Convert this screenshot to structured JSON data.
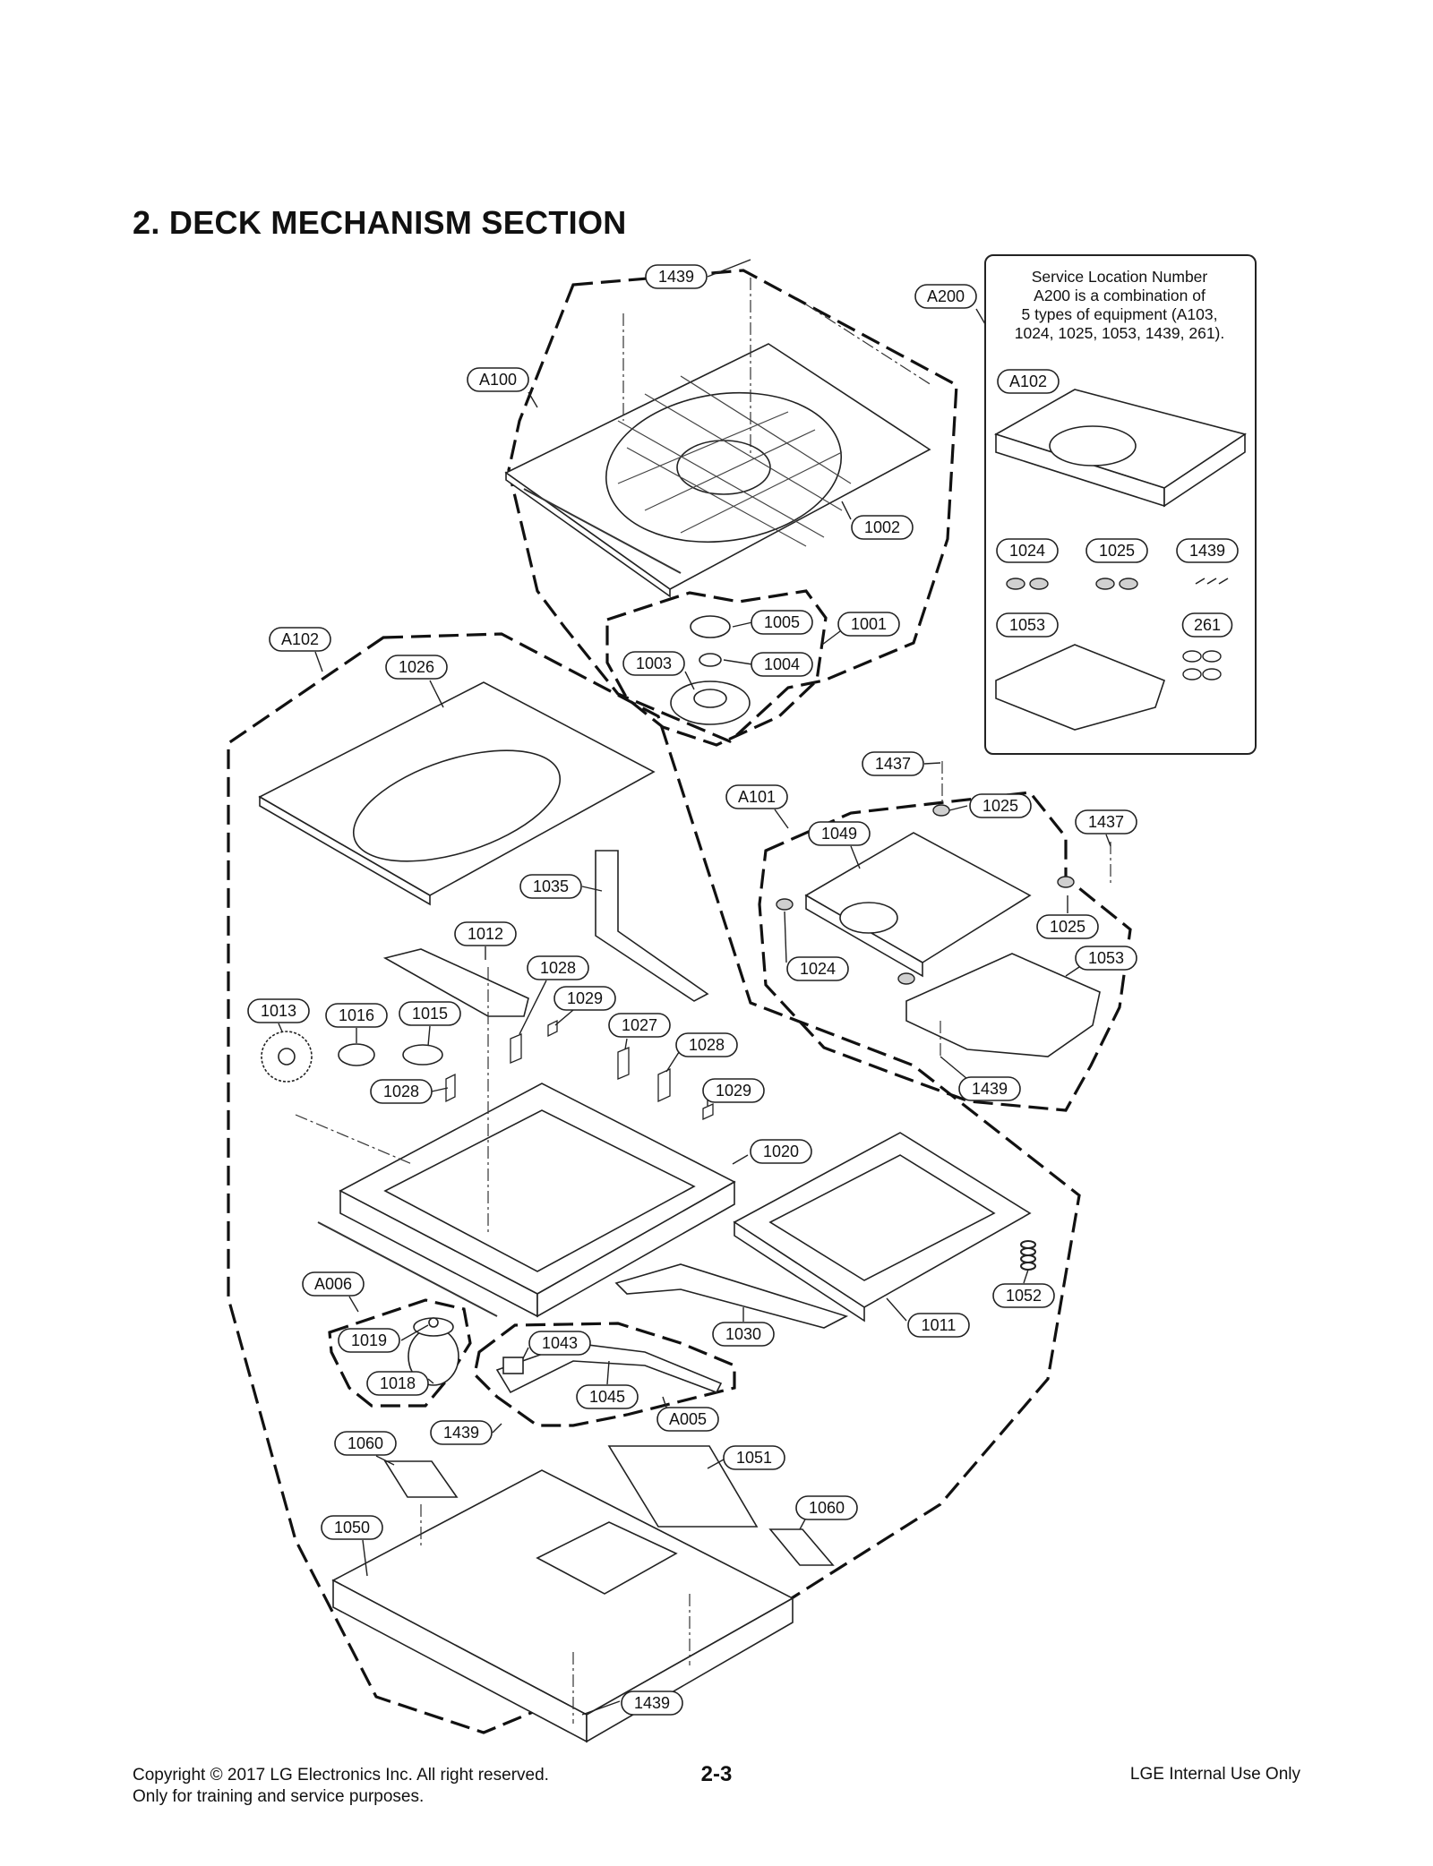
{
  "page": {
    "title": "2. DECK MECHANISM SECTION",
    "note": [
      "Service Location Number",
      "A200 is a combination of",
      "5 types of equipment (A103,",
      "1024, 1025, 1053, 1439, 261)."
    ],
    "footer": {
      "copyright": "Copyright © 2017 LG Electronics Inc. All right reserved.",
      "purpose": "Only for training and service purposes.",
      "page_number": "2-3",
      "internal": "LGE Internal Use Only"
    }
  },
  "callouts": [
    {
      "id": "c1439a",
      "label": "1439"
    },
    {
      "id": "cA200",
      "label": "A200"
    },
    {
      "id": "cA100",
      "label": "A100"
    },
    {
      "id": "c1002",
      "label": "1002"
    },
    {
      "id": "c1005",
      "label": "1005"
    },
    {
      "id": "c1001",
      "label": "1001"
    },
    {
      "id": "c1003",
      "label": "1003"
    },
    {
      "id": "c1004",
      "label": "1004"
    },
    {
      "id": "cA102a",
      "label": "A102"
    },
    {
      "id": "c1026",
      "label": "1026"
    },
    {
      "id": "cA102b",
      "label": "A102"
    },
    {
      "id": "c1024a",
      "label": "1024"
    },
    {
      "id": "c1025a",
      "label": "1025"
    },
    {
      "id": "c1439b",
      "label": "1439"
    },
    {
      "id": "c1053a",
      "label": "1053"
    },
    {
      "id": "c261",
      "label": "261"
    },
    {
      "id": "c1437a",
      "label": "1437"
    },
    {
      "id": "cA101",
      "label": "A101"
    },
    {
      "id": "c1025b",
      "label": "1025"
    },
    {
      "id": "c1437b",
      "label": "1437"
    },
    {
      "id": "c1049",
      "label": "1049"
    },
    {
      "id": "c1035",
      "label": "1035"
    },
    {
      "id": "c1025c",
      "label": "1025"
    },
    {
      "id": "c1012",
      "label": "1012"
    },
    {
      "id": "c1053b",
      "label": "1053"
    },
    {
      "id": "c1028a",
      "label": "1028"
    },
    {
      "id": "c1024b",
      "label": "1024"
    },
    {
      "id": "c1029a",
      "label": "1029"
    },
    {
      "id": "c1013",
      "label": "1013"
    },
    {
      "id": "c1016",
      "label": "1016"
    },
    {
      "id": "c1015",
      "label": "1015"
    },
    {
      "id": "c1027",
      "label": "1027"
    },
    {
      "id": "c1028b",
      "label": "1028"
    },
    {
      "id": "c1439c",
      "label": "1439"
    },
    {
      "id": "c1028c",
      "label": "1028"
    },
    {
      "id": "c1029b",
      "label": "1029"
    },
    {
      "id": "c1020",
      "label": "1020"
    },
    {
      "id": "cA006",
      "label": "A006"
    },
    {
      "id": "c1052",
      "label": "1052"
    },
    {
      "id": "c1011",
      "label": "1011"
    },
    {
      "id": "c1019",
      "label": "1019"
    },
    {
      "id": "c1043",
      "label": "1043"
    },
    {
      "id": "c1030",
      "label": "1030"
    },
    {
      "id": "c1018",
      "label": "1018"
    },
    {
      "id": "c1045",
      "label": "1045"
    },
    {
      "id": "cA005",
      "label": "A005"
    },
    {
      "id": "c1439d",
      "label": "1439"
    },
    {
      "id": "c1060a",
      "label": "1060"
    },
    {
      "id": "c1051",
      "label": "1051"
    },
    {
      "id": "c1060b",
      "label": "1060"
    },
    {
      "id": "c1050",
      "label": "1050"
    },
    {
      "id": "c1439e",
      "label": "1439"
    }
  ]
}
